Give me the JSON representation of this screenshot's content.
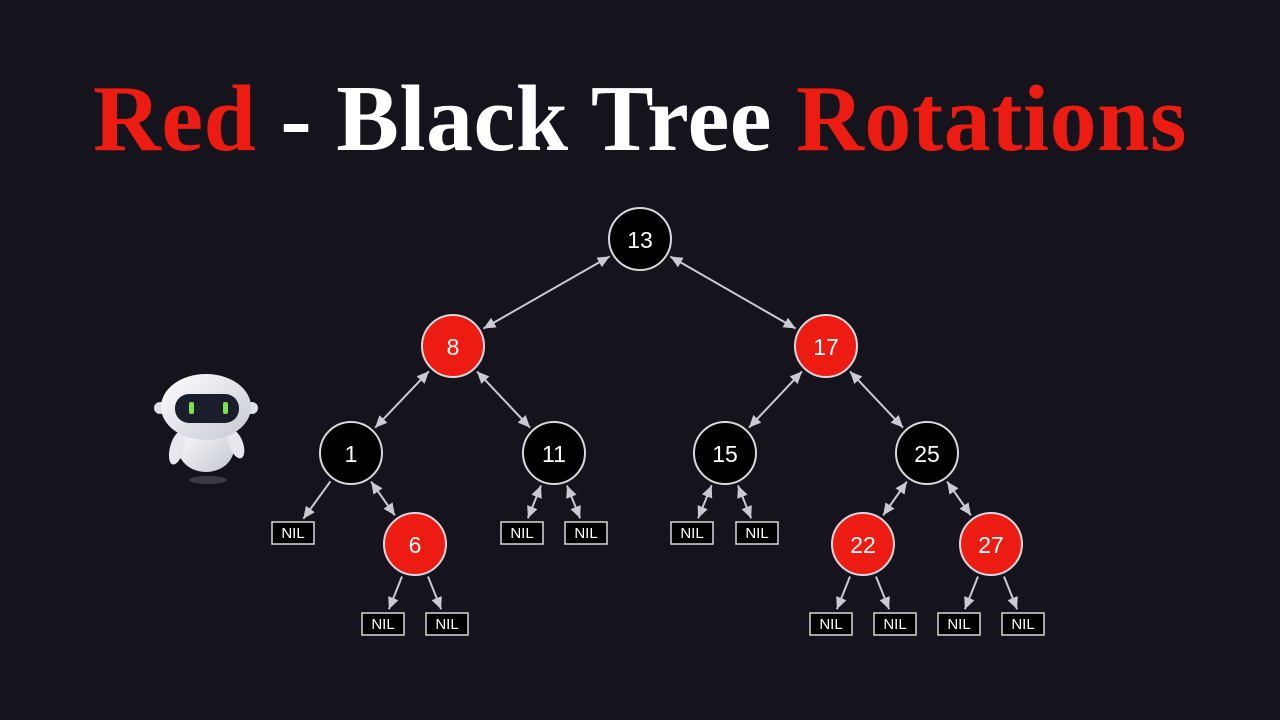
{
  "title": {
    "words": [
      {
        "text": "Red",
        "color": "#ec1c12"
      },
      {
        "text": "-",
        "color": "#ffffff"
      },
      {
        "text": "Black",
        "color": "#ffffff"
      },
      {
        "text": "Tree",
        "color": "#ffffff"
      },
      {
        "text": "Rotations",
        "color": "#ec1c12"
      }
    ]
  },
  "colors": {
    "background": "#15141c",
    "red_node": "#ec1c12",
    "black_node": "#000000",
    "node_stroke": "#d8d8de",
    "edge": "#c9cad2"
  },
  "mascot": {
    "icon": "robot-icon"
  },
  "tree": {
    "nodes": [
      {
        "id": "n13",
        "label": "13",
        "color": "black"
      },
      {
        "id": "n8",
        "label": "8",
        "color": "red"
      },
      {
        "id": "n17",
        "label": "17",
        "color": "red"
      },
      {
        "id": "n1",
        "label": "1",
        "color": "black"
      },
      {
        "id": "n11",
        "label": "11",
        "color": "black"
      },
      {
        "id": "n15",
        "label": "15",
        "color": "black"
      },
      {
        "id": "n25",
        "label": "25",
        "color": "black"
      },
      {
        "id": "n6",
        "label": "6",
        "color": "red"
      },
      {
        "id": "n22",
        "label": "22",
        "color": "red"
      },
      {
        "id": "n27",
        "label": "27",
        "color": "red"
      },
      {
        "id": "nil1",
        "label": "NIL",
        "type": "nil"
      },
      {
        "id": "nil11a",
        "label": "NIL",
        "type": "nil"
      },
      {
        "id": "nil11b",
        "label": "NIL",
        "type": "nil"
      },
      {
        "id": "nil15a",
        "label": "NIL",
        "type": "nil"
      },
      {
        "id": "nil15b",
        "label": "NIL",
        "type": "nil"
      },
      {
        "id": "nil6a",
        "label": "NIL",
        "type": "nil"
      },
      {
        "id": "nil6b",
        "label": "NIL",
        "type": "nil"
      },
      {
        "id": "nil22a",
        "label": "NIL",
        "type": "nil"
      },
      {
        "id": "nil22b",
        "label": "NIL",
        "type": "nil"
      },
      {
        "id": "nil27a",
        "label": "NIL",
        "type": "nil"
      },
      {
        "id": "nil27b",
        "label": "NIL",
        "type": "nil"
      }
    ],
    "edges": [
      {
        "from": "n13",
        "to": "n8",
        "bidirectional": true
      },
      {
        "from": "n13",
        "to": "n17",
        "bidirectional": true
      },
      {
        "from": "n8",
        "to": "n1",
        "bidirectional": true
      },
      {
        "from": "n8",
        "to": "n11",
        "bidirectional": true
      },
      {
        "from": "n17",
        "to": "n15",
        "bidirectional": true
      },
      {
        "from": "n17",
        "to": "n25",
        "bidirectional": true
      },
      {
        "from": "n1",
        "to": "nil1",
        "bidirectional": false
      },
      {
        "from": "n1",
        "to": "n6",
        "bidirectional": true
      },
      {
        "from": "n11",
        "to": "nil11a",
        "bidirectional": true
      },
      {
        "from": "n11",
        "to": "nil11b",
        "bidirectional": true
      },
      {
        "from": "n15",
        "to": "nil15a",
        "bidirectional": true
      },
      {
        "from": "n15",
        "to": "nil15b",
        "bidirectional": true
      },
      {
        "from": "n25",
        "to": "n22",
        "bidirectional": true
      },
      {
        "from": "n25",
        "to": "n27",
        "bidirectional": true
      },
      {
        "from": "n6",
        "to": "nil6a",
        "bidirectional": false
      },
      {
        "from": "n6",
        "to": "nil6b",
        "bidirectional": false
      },
      {
        "from": "n22",
        "to": "nil22a",
        "bidirectional": false
      },
      {
        "from": "n22",
        "to": "nil22b",
        "bidirectional": false
      },
      {
        "from": "n27",
        "to": "nil27a",
        "bidirectional": false
      },
      {
        "from": "n27",
        "to": "nil27b",
        "bidirectional": false
      }
    ]
  }
}
